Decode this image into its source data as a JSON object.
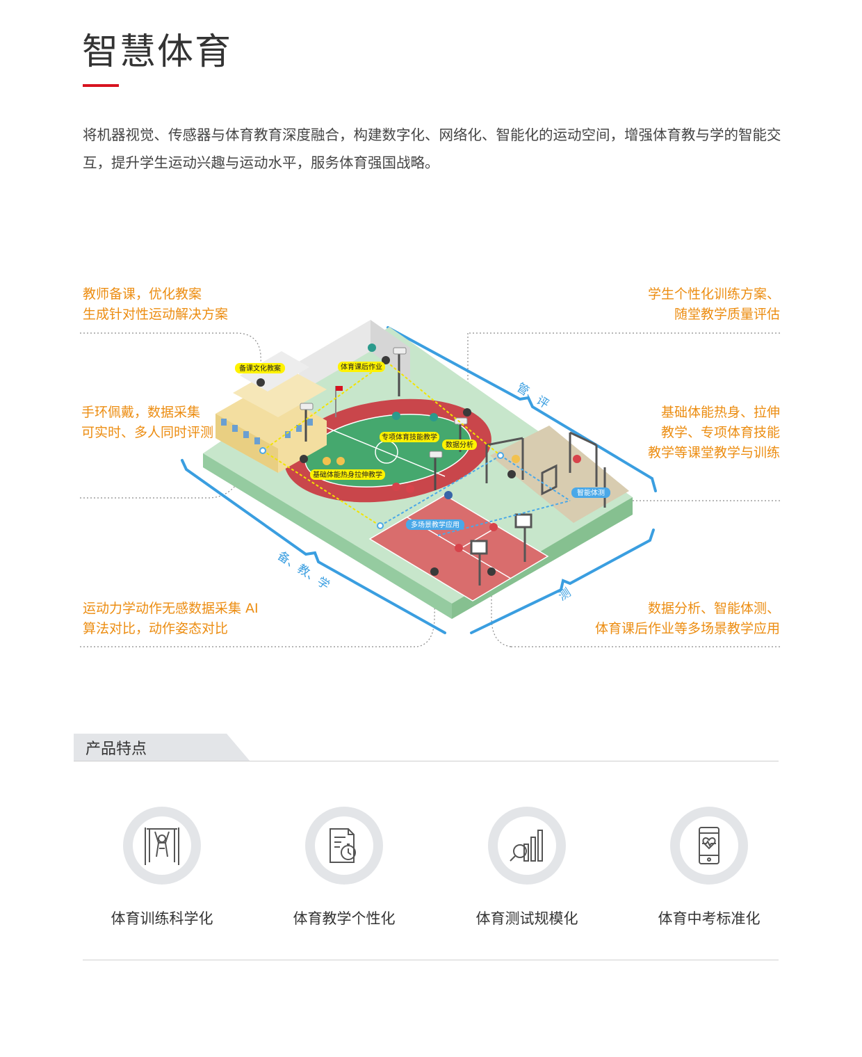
{
  "header": {
    "title": "智慧体育",
    "accent_color": "#d7131f"
  },
  "intro": {
    "text": "将机器视觉、传感器与体育教育深度融合，构建数字化、网络化、智能化的运动空间，增强体育教与学的智能交互，提升学生运动兴趣与运动水平，服务体育强国战略。"
  },
  "diagram": {
    "callouts": {
      "top_left": {
        "line1": "教师备课，优化教案",
        "line2": "生成针对性运动解决方案"
      },
      "mid_left": {
        "line1": "手环佩戴，数据采集",
        "line2": "可实时、多人同时评测"
      },
      "bottom_left": {
        "line1": "运动力学动作无感数据采集 AI",
        "line2": "算法对比，动作姿态对比"
      },
      "top_right": {
        "line1": "学生个性化训练方案、",
        "line2": "随堂教学质量评估"
      },
      "mid_right": {
        "line1": "基础体能热身、拉伸",
        "line2": "教学、专项体育技能",
        "line3": "教学等课堂教学与训练"
      },
      "bottom_right": {
        "line1": "数据分析、智能体测、",
        "line2": "体育课后作业等多场景教学应用"
      }
    },
    "bracket_labels": {
      "top_right": "管、评",
      "bottom_left": "备、教、学",
      "bottom_right": "测"
    },
    "map_tags": {
      "prep_plan": "备课文化教案",
      "homework": "体育课后作业",
      "skill_teaching": "专项体育技能教学",
      "data_analysis": "数据分析",
      "warmup": "基础体能热身拉伸教学",
      "smart_test": "智能体测",
      "multi_scene": "多场景教学应用"
    },
    "colors": {
      "callout_text": "#ec8d12",
      "bracket": "#3a9ee0",
      "yellow_tag": "#fff200",
      "blue_tag": "#4aa8e8"
    }
  },
  "features_section": {
    "title": "产品特点",
    "items": [
      {
        "label": "体育训练科学化",
        "icon": "pullup-person-icon"
      },
      {
        "label": "体育教学个性化",
        "icon": "document-stopwatch-icon"
      },
      {
        "label": "体育测试规模化",
        "icon": "magnifier-chart-icon"
      },
      {
        "label": "体育中考标准化",
        "icon": "phone-heart-icon"
      }
    ]
  }
}
